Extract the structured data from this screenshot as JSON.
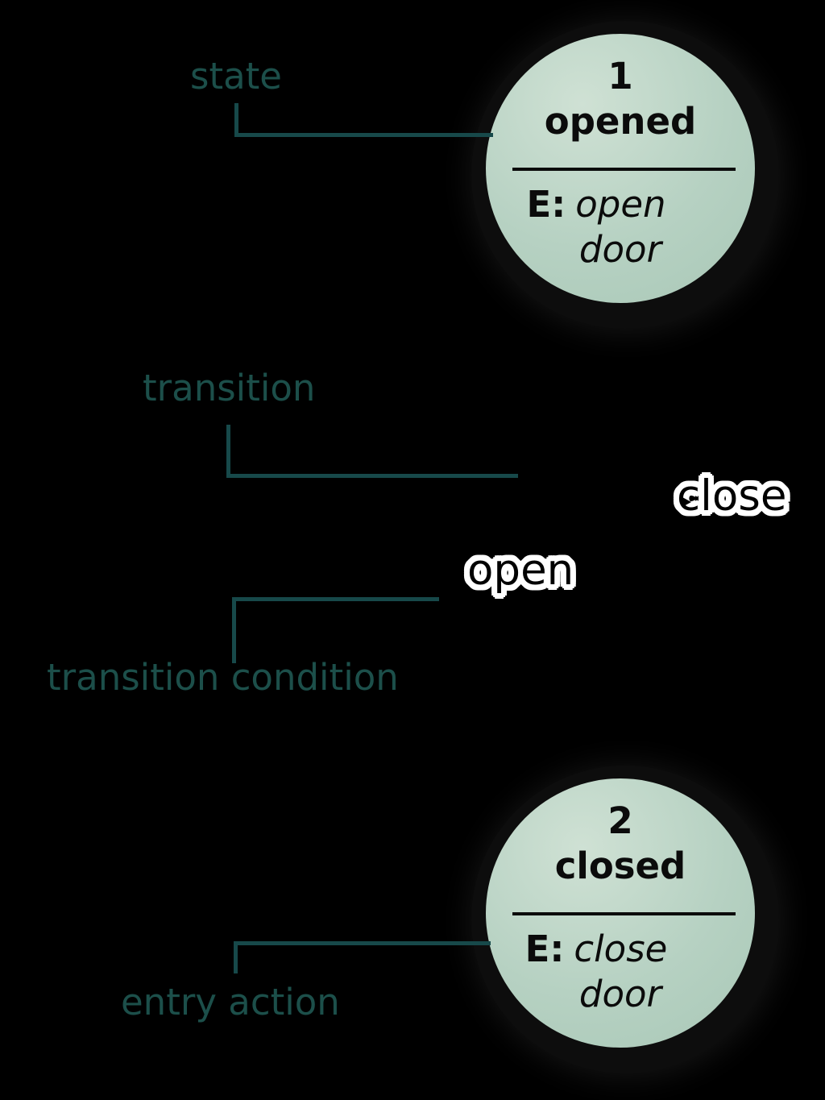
{
  "diagram": {
    "kind": "uml-state-machine",
    "description_visible_elements": "two annotated door states with entry actions and labeled transitions"
  },
  "colors": {
    "background": "#000000",
    "annotation_teal": "#1c4f4a",
    "callout_line_teal": "#17494a",
    "state_fill": "#b6d1c2",
    "state_fill_highlight": "#cfe1d4",
    "state_fill_shadowed": "#a9c8b7",
    "state_text": "#0b0b0b",
    "transition_label_text": "#000000",
    "transition_label_halo": "#ffffff"
  },
  "annotations": {
    "state": "state",
    "transition": "transition",
    "transition_condition": "transition condition",
    "entry_action": "entry action"
  },
  "transitions": {
    "close": "close",
    "open": "open"
  },
  "states": [
    {
      "number": "1",
      "name": "opened",
      "entry_prefix": "E:",
      "entry_action": "open",
      "entry_object": "door"
    },
    {
      "number": "2",
      "name": "closed",
      "entry_prefix": "E:",
      "entry_action": "close",
      "entry_object": "door"
    }
  ]
}
